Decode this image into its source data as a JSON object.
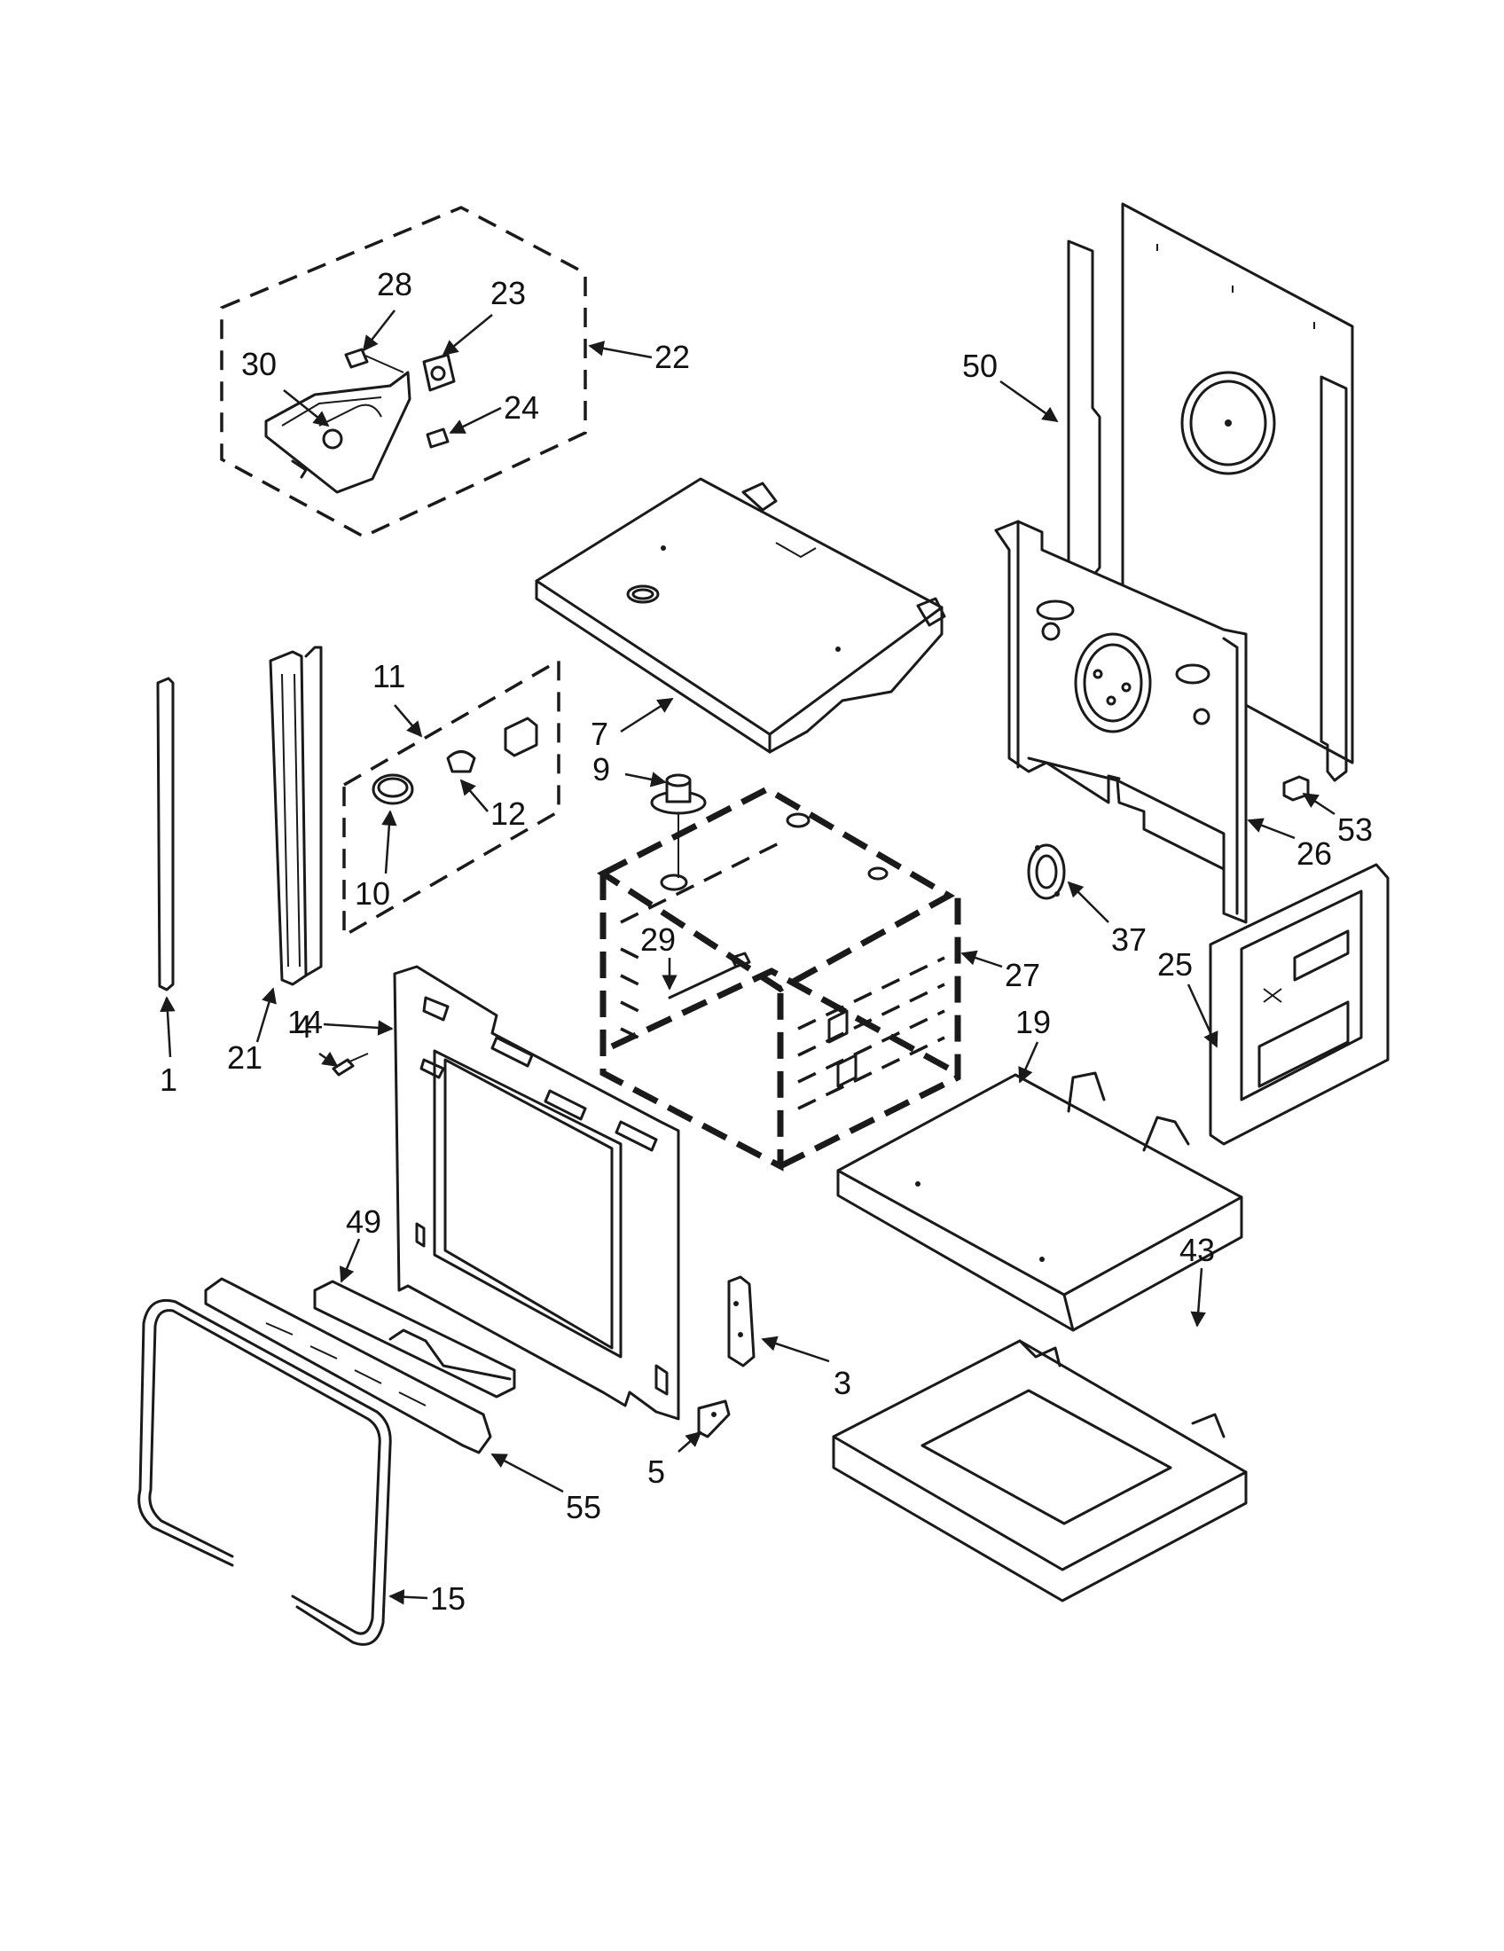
{
  "diagram": {
    "callouts": {
      "c1": "1",
      "c3": "3",
      "c4": "4",
      "c5": "5",
      "c7": "7",
      "c9": "9",
      "c10": "10",
      "c11": "11",
      "c12": "12",
      "c14": "14",
      "c15": "15",
      "c19": "19",
      "c21": "21",
      "c22": "22",
      "c23": "23",
      "c24": "24",
      "c25": "25",
      "c26": "26",
      "c27": "27",
      "c28": "28",
      "c29": "29",
      "c30": "30",
      "c37": "37",
      "c43": "43",
      "c49": "49",
      "c50": "50",
      "c53": "53",
      "c55": "55"
    }
  }
}
